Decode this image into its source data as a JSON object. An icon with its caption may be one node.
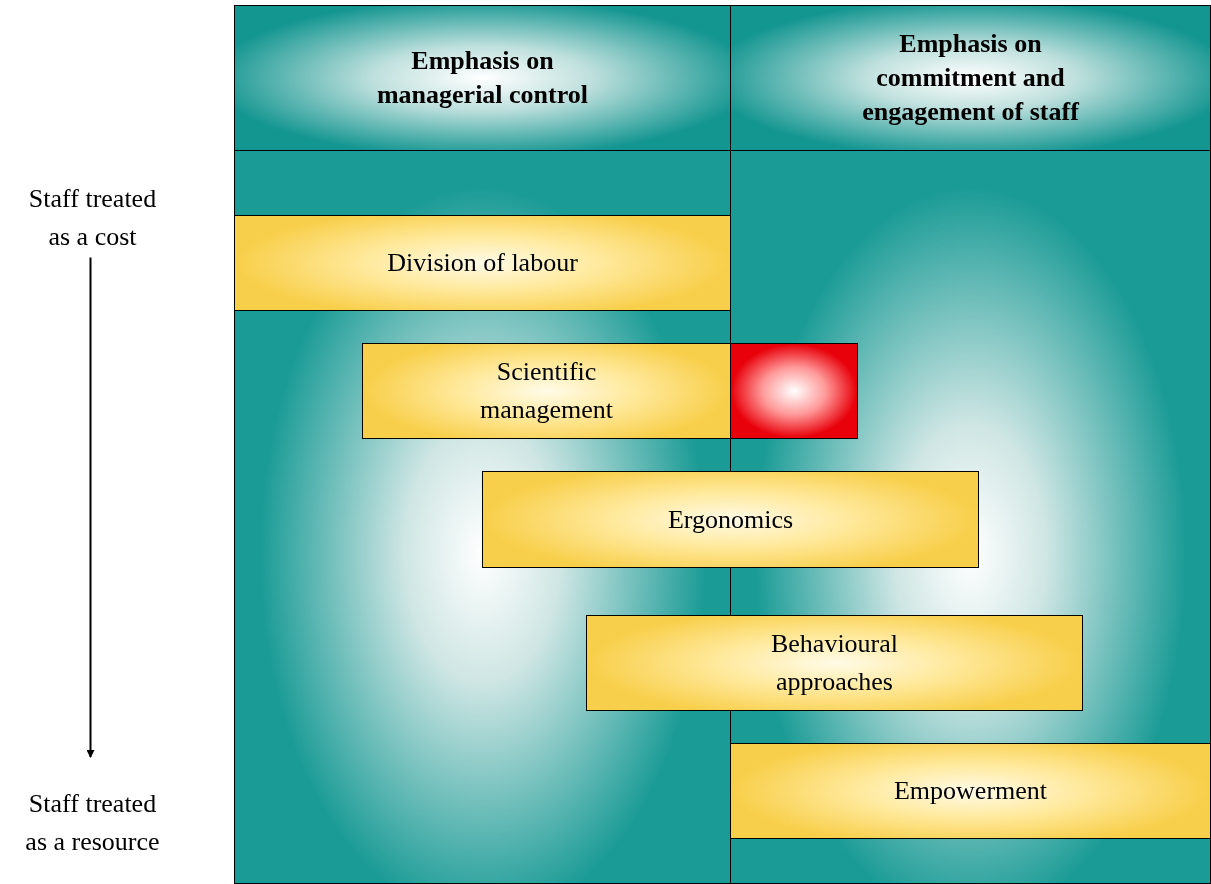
{
  "diagram": {
    "nodes": [
      {
        "text": [
          "Emphasis on managerial control"
        ]
      },
      {
        "text": [
          "Emphasis on commitment and engagement of staff"
        ]
      },
      {
        "text": [
          "Staff treated as a cost"
        ]
      },
      {
        "text": [
          "Staff treated as a resource"
        ]
      },
      {
        "text": [
          "Division of labour"
        ]
      },
      {
        "text": [
          "Scientific management"
        ]
      },
      {
        "text": [],
        "shape": "box"
      },
      {
        "text": [
          "Ergonomics"
        ]
      },
      {
        "text": [
          "Behavioural approaches"
        ]
      },
      {
        "text": [
          "Empowerment"
        ]
      }
    ],
    "edges": [
      {
        "from": 2,
        "to": 3,
        "arrow": "to"
      }
    ]
  }
}
